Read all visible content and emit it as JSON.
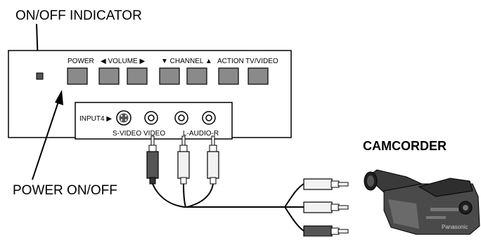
{
  "labels": {
    "on_off_indicator": "ON/OFF INDICATOR",
    "power_on_off": "POWER ON/OFF",
    "camcorder": "CAMCORDER",
    "camcorder_brand": "Panasonic"
  },
  "panel": {
    "buttons": [
      {
        "id": "power",
        "label": "POWER"
      },
      {
        "id": "volume",
        "label": "◀ VOLUME ▶"
      },
      {
        "id": "channel",
        "label": "▼ CHANNEL ▲"
      },
      {
        "id": "action",
        "label": "ACTION"
      },
      {
        "id": "tvvideo",
        "label": "TV/VIDEO"
      }
    ],
    "input_label": "INPUT4 ▶",
    "jack_labels": {
      "svideo": "S-VIDEO",
      "video": "VIDEO",
      "audio": "L-AUDIO-R"
    }
  },
  "colors": {
    "button_fill": "#8a8a8a",
    "indicator_fill": "#555555",
    "plug_dark": "#555555",
    "plug_light": "#f2f2f2"
  }
}
